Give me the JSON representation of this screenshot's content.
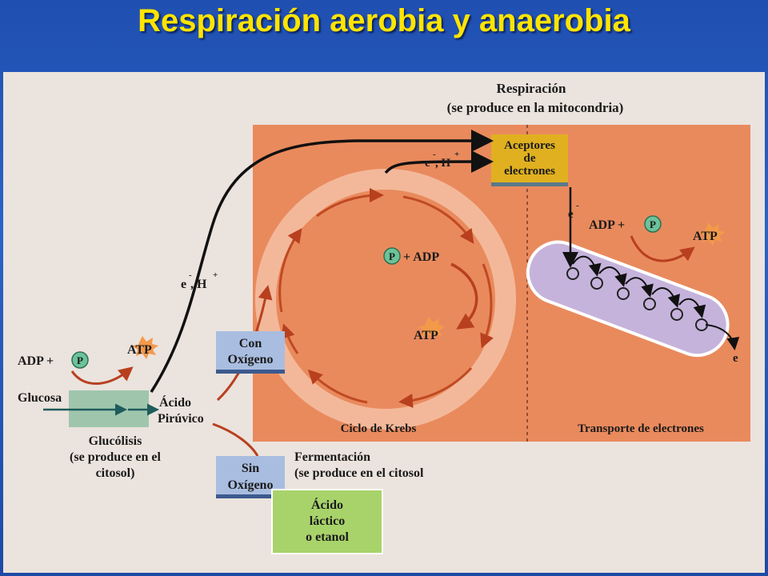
{
  "slide_title": "Respiración aerobia y anaerobia",
  "respiration": {
    "title": "Respiración",
    "subtitle": "(se produce en la mitocondria)"
  },
  "acceptors": {
    "line1": "Aceptores",
    "line2": "de",
    "line3": "electrones"
  },
  "electrons_top": {
    "e": "e",
    "sup": "-",
    "sep": ", H",
    "h_sup": "+"
  },
  "electrons_left": {
    "e": "e",
    "sup": "-",
    "sep": " , H",
    "h_sup": "+"
  },
  "krebs": {
    "label": "Ciclo de Krebs",
    "p_adp": "+ ADP",
    "atp": "ATP"
  },
  "transport": {
    "label": "Transporte de electrones",
    "adp": "ADP +",
    "atp": "ATP",
    "e_in": "e",
    "e_in_sup": "-",
    "e_out": "e"
  },
  "glycolysis": {
    "adp": "ADP +",
    "atp": "ATP",
    "glucose": "Glucosa",
    "pyruvic_1": "Ácido",
    "pyruvic_2": "Pirúvico",
    "label_1": "Glucólisis",
    "label_2": "(se produce en el",
    "label_3": "citosol)"
  },
  "p_symbol": "P",
  "with_oxygen": {
    "line1": "Con",
    "line2": "Oxígeno"
  },
  "without_oxygen": {
    "line1": "Sin",
    "line2": "Oxígeno"
  },
  "fermentation": {
    "title": "Fermentación",
    "subtitle": "(se produce en el citosol"
  },
  "lactic": {
    "line1": "Ácido",
    "line2": "láctico",
    "line3": "o etanol"
  },
  "colors": {
    "mitochondria": "#e98a5d",
    "ring": "#f3b89a",
    "arrow_red": "#b8401f",
    "black_arrow": "#111111",
    "acceptor_box": "#e0b020",
    "oxygen_box": "#a9bde0",
    "lactic_box": "#a8d36a",
    "glycolysis_box": "#9fc6ad",
    "transport_capsule": "#c5b3dc",
    "p_circle": "#6cc39a",
    "atp_star": "#f39a4a"
  }
}
